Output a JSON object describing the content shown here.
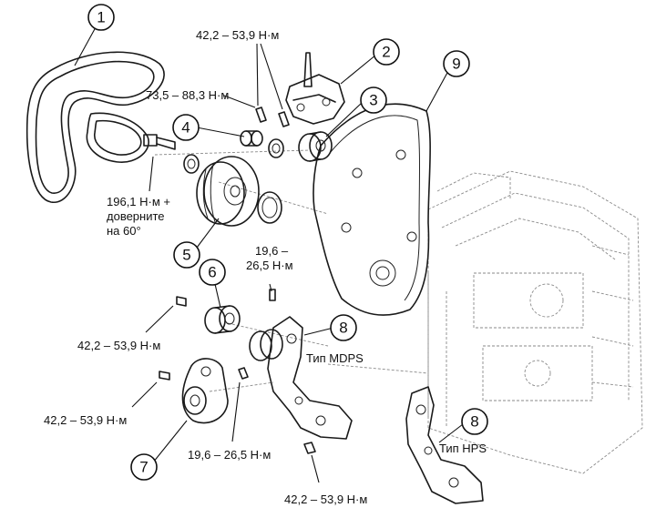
{
  "callouts": [
    "1",
    "2",
    "3",
    "4",
    "5",
    "6",
    "7",
    "8",
    "8",
    "9"
  ],
  "torques": {
    "top_bolts": "42,2 – 53,9 Н·м",
    "pulley_bolt": "73,5 – 88,3 Н·м",
    "crank_bolt_line1": "196,1 Н·м +",
    "crank_bolt_line2": "доверните",
    "crank_bolt_line3": "на 60°",
    "center_bolt_line1": "19,6 –",
    "center_bolt_line2": "26,5 Н·м",
    "idler_bolt": "42,2 – 53,9 Н·м",
    "tensioner_bolt": "42,2 – 53,9 Н·м",
    "lower_small_bolt": "19,6 – 26,5 Н·м",
    "bottom_bolt": "42,2 – 53,9 Н·м"
  },
  "variants": {
    "mdps": "Тип MDPS",
    "hps": "Тип HPS"
  }
}
